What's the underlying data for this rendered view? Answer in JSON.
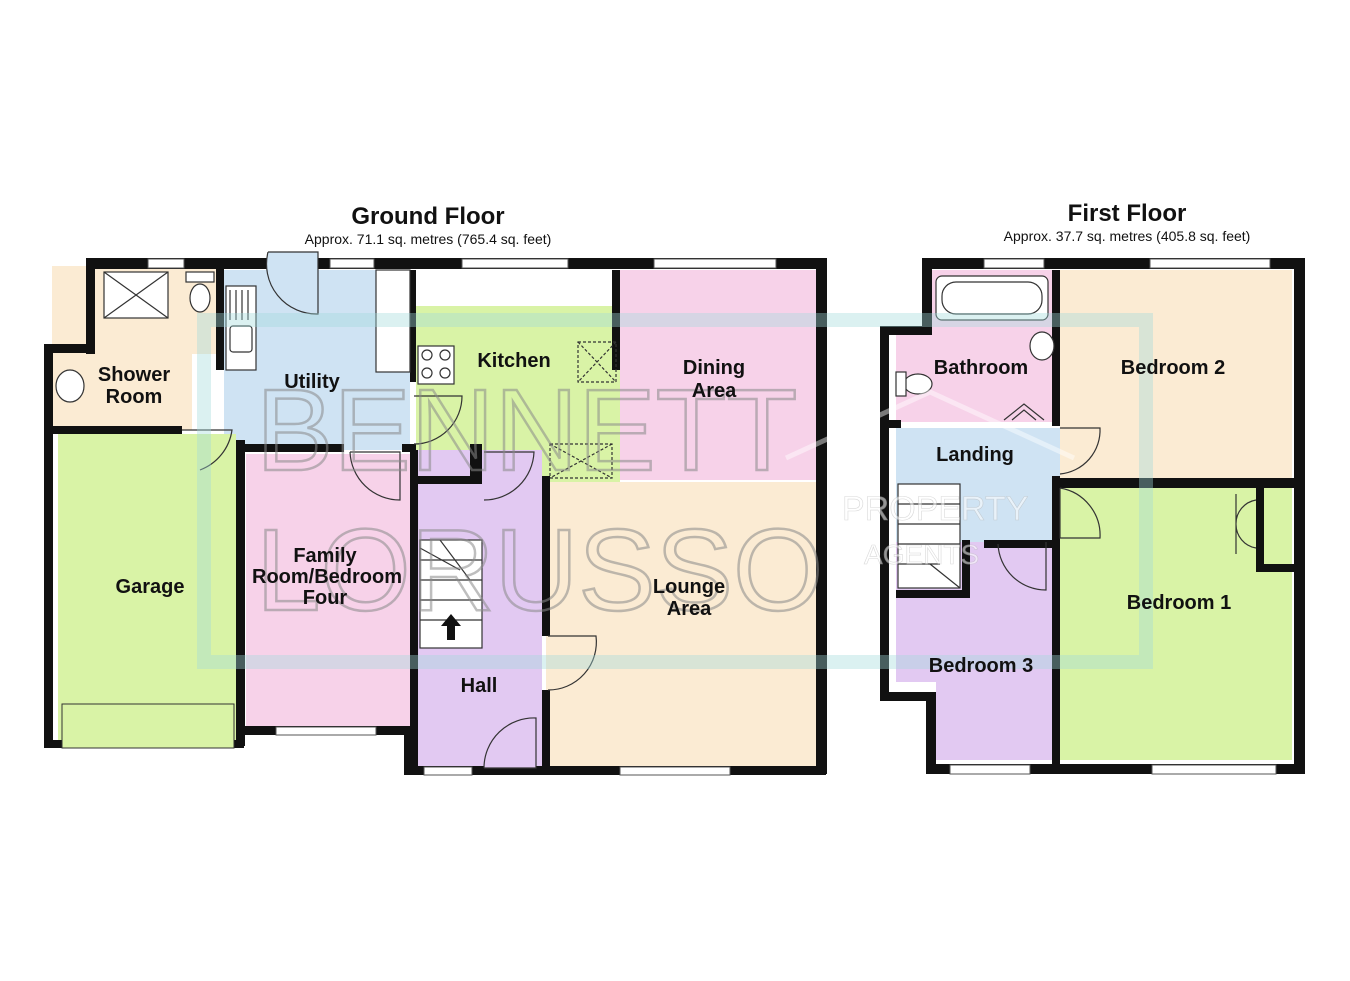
{
  "ground_floor": {
    "title": "Ground Floor",
    "area": "Approx. 71.1 sq. metres (765.4 sq. feet)",
    "rooms": {
      "shower_l1": "Shower",
      "shower_l2": "Room",
      "utility": "Utility",
      "kitchen": "Kitchen",
      "dining_l1": "Dining",
      "dining_l2": "Area",
      "garage": "Garage",
      "family_l1": "Family",
      "family_l2": "Room/Bedroom",
      "family_l3": "Four",
      "lounge_l1": "Lounge",
      "lounge_l2": "Area",
      "hall": "Hall"
    }
  },
  "first_floor": {
    "title": "First Floor",
    "area": "Approx. 37.7 sq. metres (405.8 sq. feet)",
    "rooms": {
      "bathroom": "Bathroom",
      "bedroom2": "Bedroom 2",
      "landing": "Landing",
      "bedroom1": "Bedroom 1",
      "bedroom3": "Bedroom 3"
    }
  },
  "watermark": {
    "line1": "BENNETT",
    "line2": "LORUSSO",
    "tag1": "PROPERTY",
    "tag2": "AGENTS"
  },
  "colors": {
    "pink": "#f7d2e9",
    "blue": "#cfe3f3",
    "green": "#d9f3a6",
    "peach": "#fbebd3",
    "purple": "#e2c9f2",
    "wall": "#111111"
  }
}
